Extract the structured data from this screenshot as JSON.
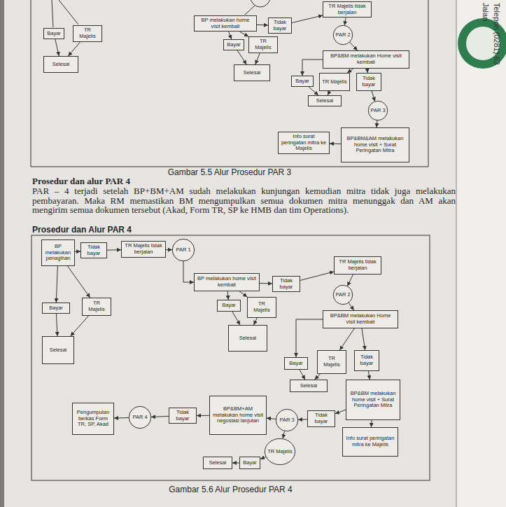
{
  "diagram": {
    "title": "Prosedur dan Alur PAR 4",
    "caption": "Gambar 5.6 Alur Prosedur PAR 4",
    "nodes": [
      {
        "text": [
          "Bayar"
        ]
      },
      {
        "text": [
          "TR Majelis"
        ]
      },
      {
        "text": [
          "Selesai"
        ]
      },
      {
        "text": [
          "TR Majelis tidak berjalan"
        ]
      },
      {
        "text": [
          "BP melakukan home visit kembali"
        ]
      },
      {
        "text": [
          "Tidak bayar"
        ]
      },
      {
        "text": [
          "Bayar"
        ]
      },
      {
        "text": [
          "TR Majelis"
        ]
      },
      {
        "text": [
          "Selesai"
        ]
      },
      {
        "text": [
          "PAR 2"
        ]
      },
      {
        "text": [
          "BP&BM melakukan Home visit kembali"
        ]
      },
      {
        "text": [
          "Bayar"
        ]
      },
      {
        "text": [
          "TR Majelis"
        ]
      },
      {
        "text": [
          "Tidak bayar"
        ]
      },
      {
        "text": [
          "Selesai"
        ]
      },
      {
        "text": [
          "PAR 3"
        ]
      },
      {
        "text": [
          "BP&BM&AM melakukan home visit + Surat Peringatan Mitra"
        ]
      },
      {
        "text": [
          "Info surat peringatan mitra ke Majelis"
        ]
      },
      {
        "text": [
          "BP melakukan penagihan"
        ]
      },
      {
        "text": [
          "Tidak bayar"
        ]
      },
      {
        "text": [
          "TR Majelis tidak berjalan"
        ]
      },
      {
        "text": [
          "PAR 1"
        ]
      },
      {
        "text": [
          "Bayar"
        ]
      },
      {
        "text": [
          "TR Majelis"
        ]
      },
      {
        "text": [
          "Selesai"
        ]
      },
      {
        "text": [
          "BP melakukan home visit kembali"
        ]
      },
      {
        "text": [
          "Tidak bayar"
        ]
      },
      {
        "text": [
          "TR Majelis tidak berjalan"
        ]
      },
      {
        "text": [
          "PAR 2"
        ]
      },
      {
        "text": [
          "Bayar"
        ]
      },
      {
        "text": [
          "TR Majelis"
        ]
      },
      {
        "text": [
          "Selesai"
        ]
      },
      {
        "text": [
          "BP&BM melakukan Home visit kembali"
        ]
      },
      {
        "text": [
          "Bayar"
        ]
      },
      {
        "text": [
          "TR Majelis"
        ]
      },
      {
        "text": [
          "Tidak bayar"
        ]
      },
      {
        "text": [
          "Selesai"
        ]
      },
      {
        "text": [
          "BP&BM melakukan home visit + Surat Peringatan Mitra"
        ]
      },
      {
        "text": [
          "Pengumpulan berkas Form TR, SP, Akad"
        ]
      },
      {
        "text": [
          "PAR 4"
        ]
      },
      {
        "text": [
          "Tidak bayar"
        ]
      },
      {
        "text": [
          "BP&BM+AM melakukan home visit negosiasi lanjutan"
        ]
      },
      {
        "text": [
          "PAR 3"
        ]
      },
      {
        "text": [
          "Tidak bayar"
        ]
      },
      {
        "text": [
          "Info surat peringatan mitra ke Majelis"
        ]
      },
      {
        "text": [
          "TR Majelis"
        ]
      },
      {
        "text": [
          "Selesai"
        ]
      },
      {
        "text": [
          "Bayar"
        ]
      }
    ],
    "edges": [
      {
        "from": 0,
        "to": 2,
        "arrow": "to"
      },
      {
        "from": 1,
        "to": 2,
        "arrow": "to"
      },
      {
        "from": 4,
        "to": 5,
        "arrow": "to"
      },
      {
        "from": 5,
        "to": 3,
        "arrow": "to"
      },
      {
        "from": 4,
        "to": 6,
        "arrow": "to"
      },
      {
        "from": 4,
        "to": 7,
        "arrow": "to"
      },
      {
        "from": 6,
        "to": 8,
        "arrow": "to"
      },
      {
        "from": 7,
        "to": 8,
        "arrow": "to"
      },
      {
        "from": 3,
        "to": 9,
        "arrow": "to"
      },
      {
        "from": 9,
        "to": 10,
        "arrow": "to"
      },
      {
        "from": 10,
        "to": 11,
        "arrow": "to"
      },
      {
        "from": 10,
        "to": 12,
        "arrow": "to"
      },
      {
        "from": 10,
        "to": 13,
        "arrow": "to"
      },
      {
        "from": 11,
        "to": 14,
        "arrow": "to"
      },
      {
        "from": 12,
        "to": 14,
        "arrow": "to"
      },
      {
        "from": 13,
        "to": 15,
        "arrow": "to"
      },
      {
        "from": 15,
        "to": 16,
        "arrow": "to"
      },
      {
        "from": 16,
        "to": 17,
        "arrow": "to"
      },
      {
        "from": 18,
        "to": 19,
        "arrow": "to"
      },
      {
        "from": 19,
        "to": 20,
        "arrow": "to"
      },
      {
        "from": 20,
        "to": 21,
        "arrow": "to"
      },
      {
        "from": 21,
        "to": 25,
        "arrow": "to"
      },
      {
        "from": 18,
        "to": 22,
        "arrow": "to"
      },
      {
        "from": 18,
        "to": 23,
        "arrow": "to"
      },
      {
        "from": 22,
        "to": 24,
        "arrow": "to"
      },
      {
        "from": 23,
        "to": 24,
        "arrow": "to"
      },
      {
        "from": 25,
        "to": 26,
        "arrow": "to"
      },
      {
        "from": 26,
        "to": 27,
        "arrow": "to"
      },
      {
        "from": 27,
        "to": 28,
        "arrow": "to"
      },
      {
        "from": 28,
        "to": 32,
        "arrow": "to"
      },
      {
        "from": 25,
        "to": 29,
        "arrow": "to"
      },
      {
        "from": 25,
        "to": 30,
        "arrow": "to"
      },
      {
        "from": 29,
        "to": 31,
        "arrow": "to"
      },
      {
        "from": 30,
        "to": 31,
        "arrow": "to"
      },
      {
        "from": 32,
        "to": 33,
        "arrow": "to"
      },
      {
        "from": 32,
        "to": 34,
        "arrow": "to"
      },
      {
        "from": 32,
        "to": 35,
        "arrow": "to"
      },
      {
        "from": 33,
        "to": 36,
        "arrow": "to"
      },
      {
        "from": 34,
        "to": 36,
        "arrow": "to"
      },
      {
        "from": 35,
        "to": 37,
        "arrow": "to"
      },
      {
        "from": 37,
        "to": 44,
        "arrow": "to"
      },
      {
        "from": 37,
        "to": 43,
        "arrow": "to"
      },
      {
        "from": 43,
        "to": 42,
        "arrow": "to"
      },
      {
        "from": 42,
        "to": 41,
        "arrow": "to"
      },
      {
        "from": 41,
        "to": 40,
        "arrow": "to"
      },
      {
        "from": 40,
        "to": 39,
        "arrow": "to"
      },
      {
        "from": 39,
        "to": 38,
        "arrow": "to"
      },
      {
        "from": 42,
        "to": 45,
        "arrow": "to"
      },
      {
        "from": 45,
        "to": 47,
        "arrow": "to"
      },
      {
        "from": 47,
        "to": 46,
        "arrow": "to"
      }
    ],
    "labels": [
      "Gambar 5.5 Alur Prosedur PAR 3",
      "Prosedur dan alur PAR 4",
      "PAR – 4 terjadi setelah BP+BM+AM sudah melakukan kunjungan kemudian mitra tidak juga melakukan pembayaran. Maka RM memastikan BM mengumpulkan semua dokumen mitra menunggak dan AM akan mengirim semua dokumen tersebut (Akad, Form TR, SP ke HMB dan tim Operations).",
      "Jalan",
      "Telepon (0281) 63"
    ]
  }
}
